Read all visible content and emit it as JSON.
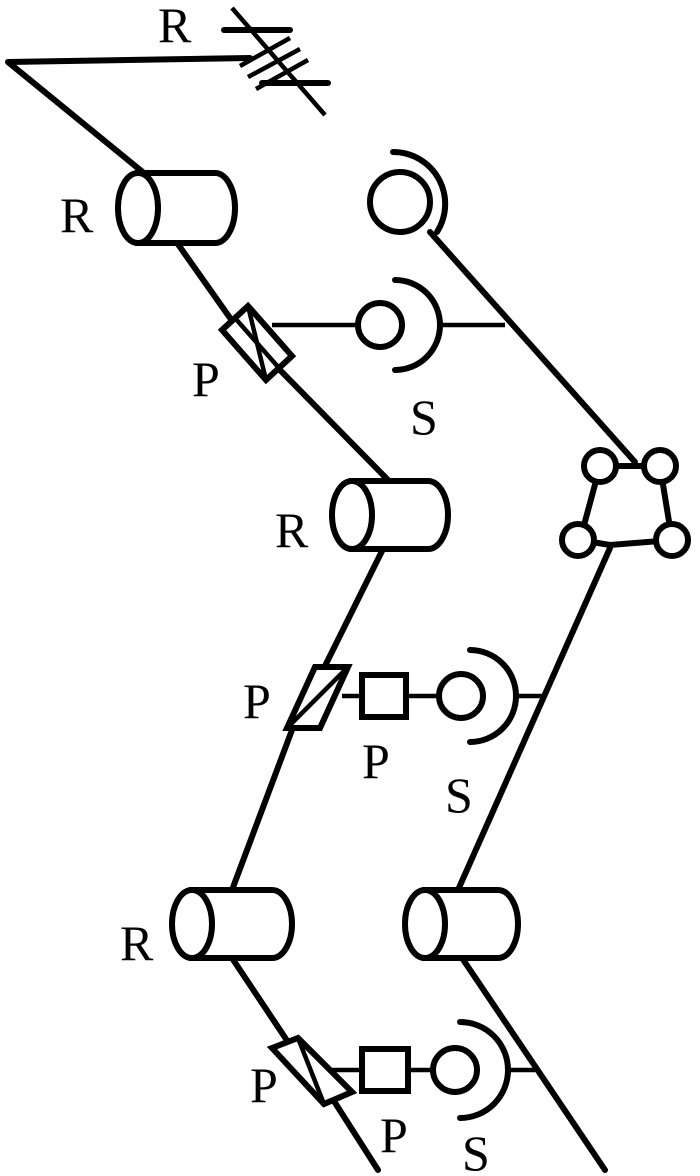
{
  "labels": {
    "joint_revolute": "R",
    "joint_prismatic": "P",
    "joint_spherical": "S"
  },
  "colors": {
    "stroke": "#000000",
    "background": "#ffffff"
  }
}
